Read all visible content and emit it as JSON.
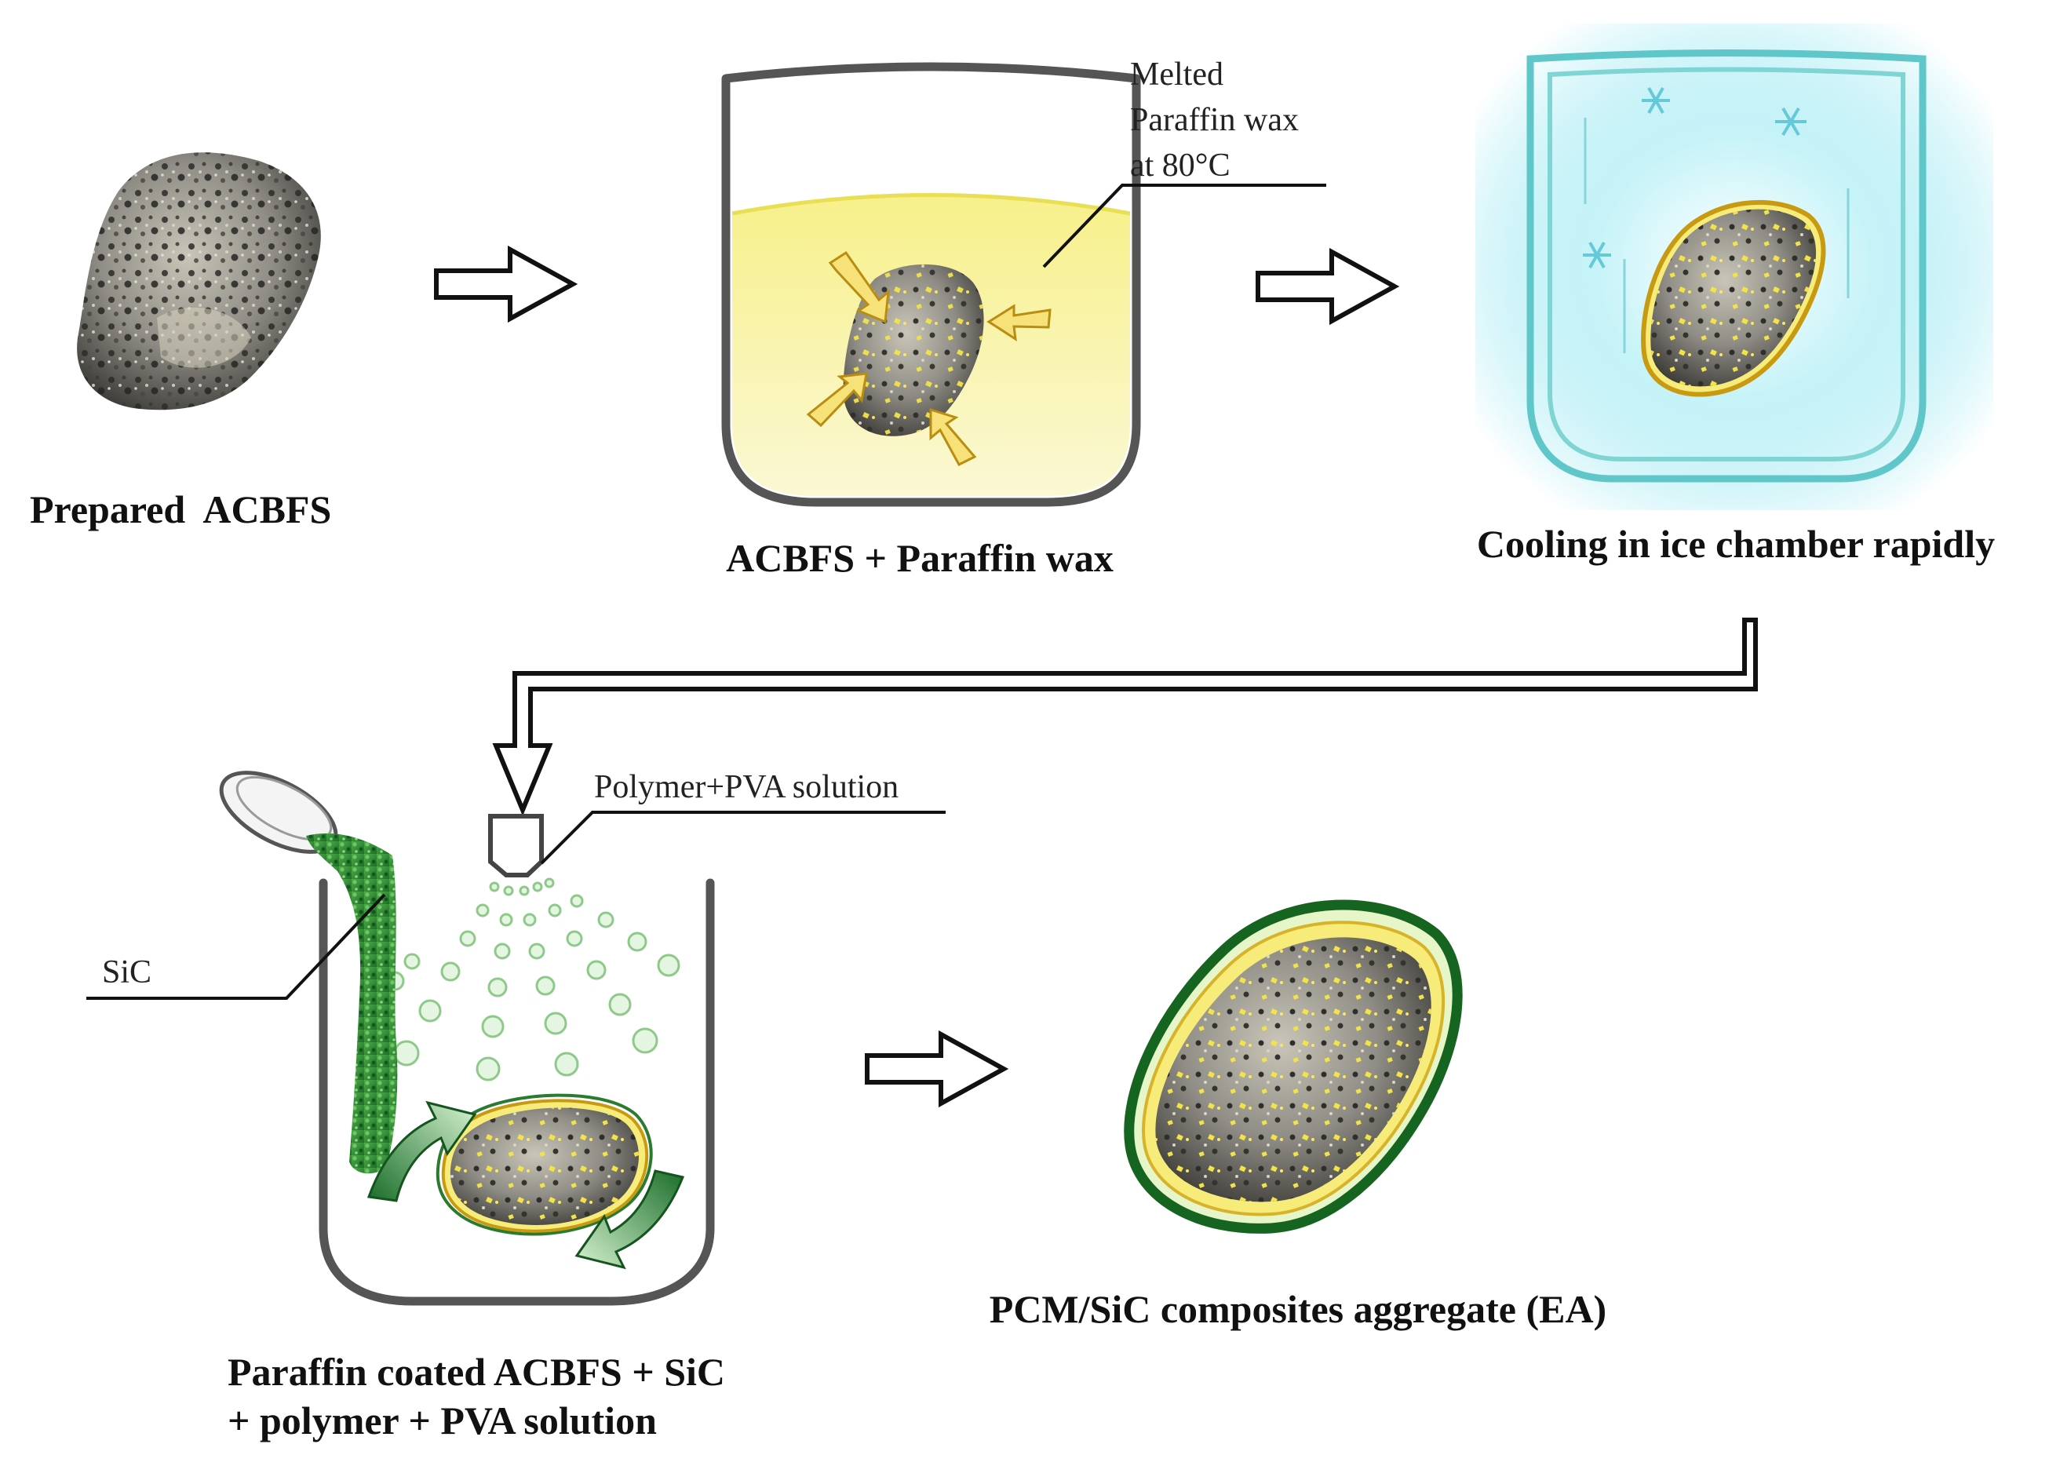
{
  "steps": {
    "prepared": {
      "caption": "Prepared  ACBFS"
    },
    "impregnation": {
      "caption": "ACBFS + Paraffin wax",
      "note_lines": [
        "Melted",
        "Paraffin wax",
        "at 80°C"
      ]
    },
    "cooling": {
      "caption": "Cooling in ice chamber rapidly"
    },
    "coating": {
      "caption_lines": [
        "Paraffin coated ACBFS + SiC",
        "+ polymer + PVA solution"
      ],
      "spray_label": "Polymer+PVA solution",
      "powder_label": "SiC"
    },
    "final": {
      "caption": "PCM/SiC composites aggregate (EA)"
    }
  },
  "icons": [
    "aggregate-rock-icon",
    "beaker-icon",
    "ice-chamber-icon",
    "snowflake-icon",
    "spray-nozzle-icon",
    "petri-dish-icon",
    "rotation-arrow-icon",
    "process-arrow-icon"
  ],
  "colors": {
    "paraffin": "#f6ee7a",
    "paraffin_light": "#fbf6c2",
    "ice_glow": "#8ee8f3",
    "ice_wall": "#5fc7c9",
    "sic_green": "#2e8b3a",
    "sic_dark": "#0f5f1e",
    "rock_gray": "#8c8c86",
    "arrow_yellow": "#f2c230"
  }
}
